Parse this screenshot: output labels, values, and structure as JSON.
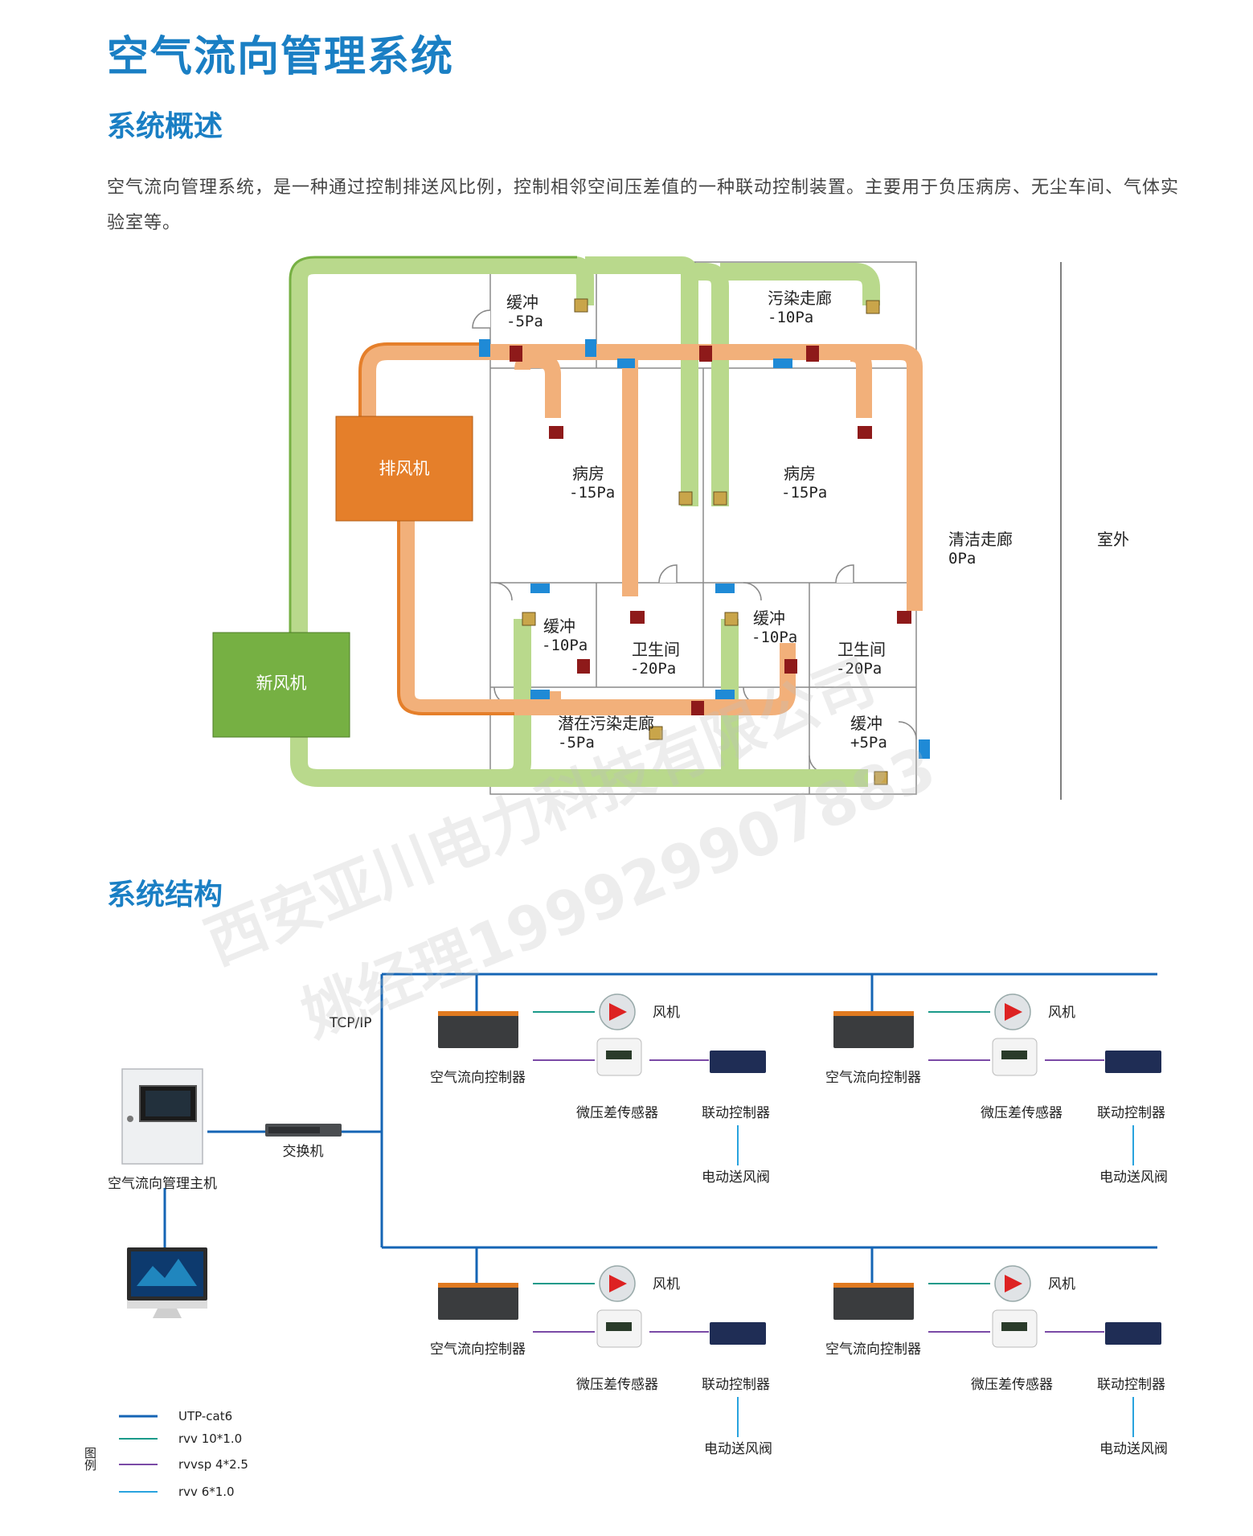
{
  "title": "空气流向管理系统",
  "overview": {
    "heading": "系统概述",
    "text": "空气流向管理系统，是一种通过控制排送风比例，控制相邻空间压差值的一种联动控制装置。主要用于负压病房、无尘车间、气体实验室等。"
  },
  "floorplan": {
    "exhaust_fan": "排风机",
    "fresh_fan": "新风机",
    "rooms": [
      {
        "name": "缓冲",
        "pressure": "-5Pa"
      },
      {
        "name": "污染走廊",
        "pressure": "-10Pa"
      },
      {
        "name": "病房",
        "pressure": "-15Pa"
      },
      {
        "name": "病房",
        "pressure": "-15Pa"
      },
      {
        "name": "缓冲",
        "pressure": "-10Pa"
      },
      {
        "name": "卫生间",
        "pressure": "-20Pa"
      },
      {
        "name": "缓冲",
        "pressure": "-10Pa"
      },
      {
        "name": "卫生间",
        "pressure": "-20Pa"
      },
      {
        "name": "潜在污染走廊",
        "pressure": "-5Pa"
      },
      {
        "name": "缓冲",
        "pressure": "+5Pa"
      },
      {
        "name": "清洁走廊",
        "pressure": "0Pa"
      },
      {
        "name": "室外",
        "pressure": ""
      }
    ]
  },
  "structure": {
    "heading": "系统结构",
    "host": "空气流向管理主机",
    "switch": "交换机",
    "protocol": "TCP/IP",
    "groups": [
      {
        "controller": "空气流向控制器",
        "fan": "风机",
        "sensor": "微压差传感器",
        "linkage": "联动控制器",
        "valve": "电动送风阀"
      },
      {
        "controller": "空气流向控制器",
        "fan": "风机",
        "sensor": "微压差传感器",
        "linkage": "联动控制器",
        "valve": "电动送风阀"
      },
      {
        "controller": "空气流向控制器",
        "fan": "风机",
        "sensor": "微压差传感器",
        "linkage": "联动控制器",
        "valve": "电动送风阀"
      },
      {
        "controller": "空气流向控制器",
        "fan": "风机",
        "sensor": "微压差传感器",
        "linkage": "联动控制器",
        "valve": "电动送风阀"
      }
    ]
  },
  "legend": {
    "title": "图例",
    "items": [
      {
        "label": "UTP-cat6",
        "color": "#1565b5"
      },
      {
        "label": "rvv 10*1.0",
        "color": "#1a9a8a"
      },
      {
        "label": "rvvsp 4*2.5",
        "color": "#7a4aa6"
      },
      {
        "label": "rvv 6*1.0",
        "color": "#29a3de"
      }
    ]
  },
  "watermark": {
    "company": "西安亚川电力科技有限公司",
    "contact": "姚经理19992990788​3"
  },
  "colors": {
    "heading": "#1a7fc4",
    "exhaust_duct": "#f2b07a",
    "exhaust_fan": "#e57f2a",
    "fresh_duct": "#b9d98c",
    "fresh_fan": "#76b043"
  }
}
